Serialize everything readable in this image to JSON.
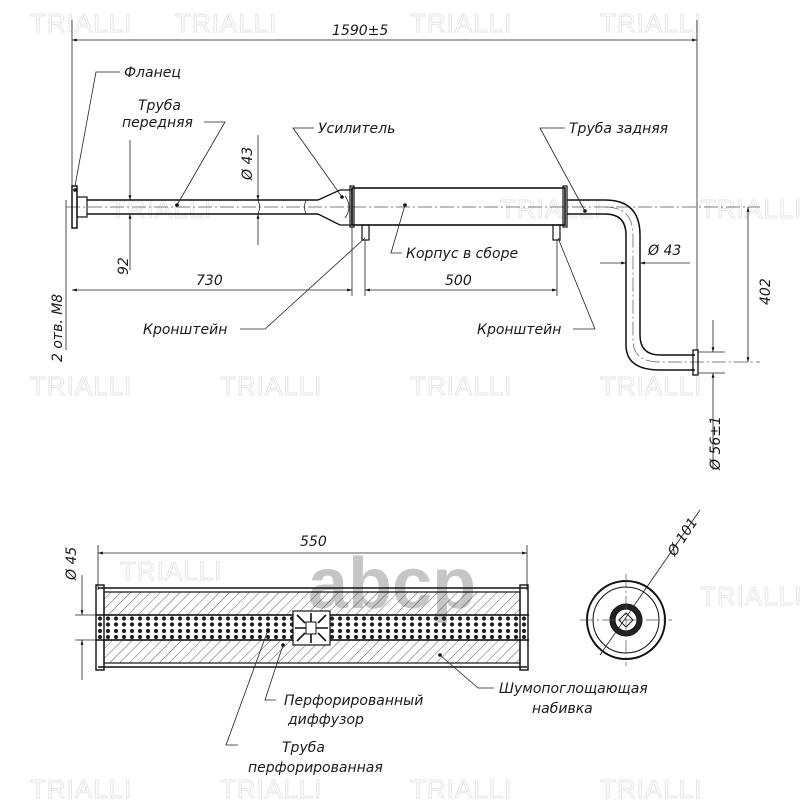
{
  "watermark": "TRIALLI",
  "logo": "abcp",
  "top_view": {
    "overall_length": "1590±5",
    "labels": {
      "flange": "Фланец",
      "front_pipe_1": "Труба",
      "front_pipe_2": "передняя",
      "reinforcement": "Усилитель",
      "rear_pipe": "Труба задняя",
      "body_assembly": "Корпус в сборе",
      "bracket_left": "Кронштейн",
      "bracket_right": "Кронштейн"
    },
    "dimensions": {
      "pipe_diameter_front": "Ø 43",
      "flange_offset": "92",
      "length_front": "730",
      "length_body": "500",
      "pipe_diameter_rear": "Ø 43",
      "drop_height": "402",
      "outlet_diameter": "Ø 56±1",
      "holes": "2 отв. M8"
    }
  },
  "section_view": {
    "length": "550",
    "inner_diameter": "Ø 45",
    "end_diameter": "Ø 101",
    "labels": {
      "perforated_diffuser_1": "Перфорированный",
      "perforated_diffuser_2": "диффузор",
      "sound_absorbing_1": "Шумопоглощающая",
      "sound_absorbing_2": "набивка",
      "perforated_pipe_1": "Труба",
      "perforated_pipe_2": "перфорированная"
    }
  }
}
